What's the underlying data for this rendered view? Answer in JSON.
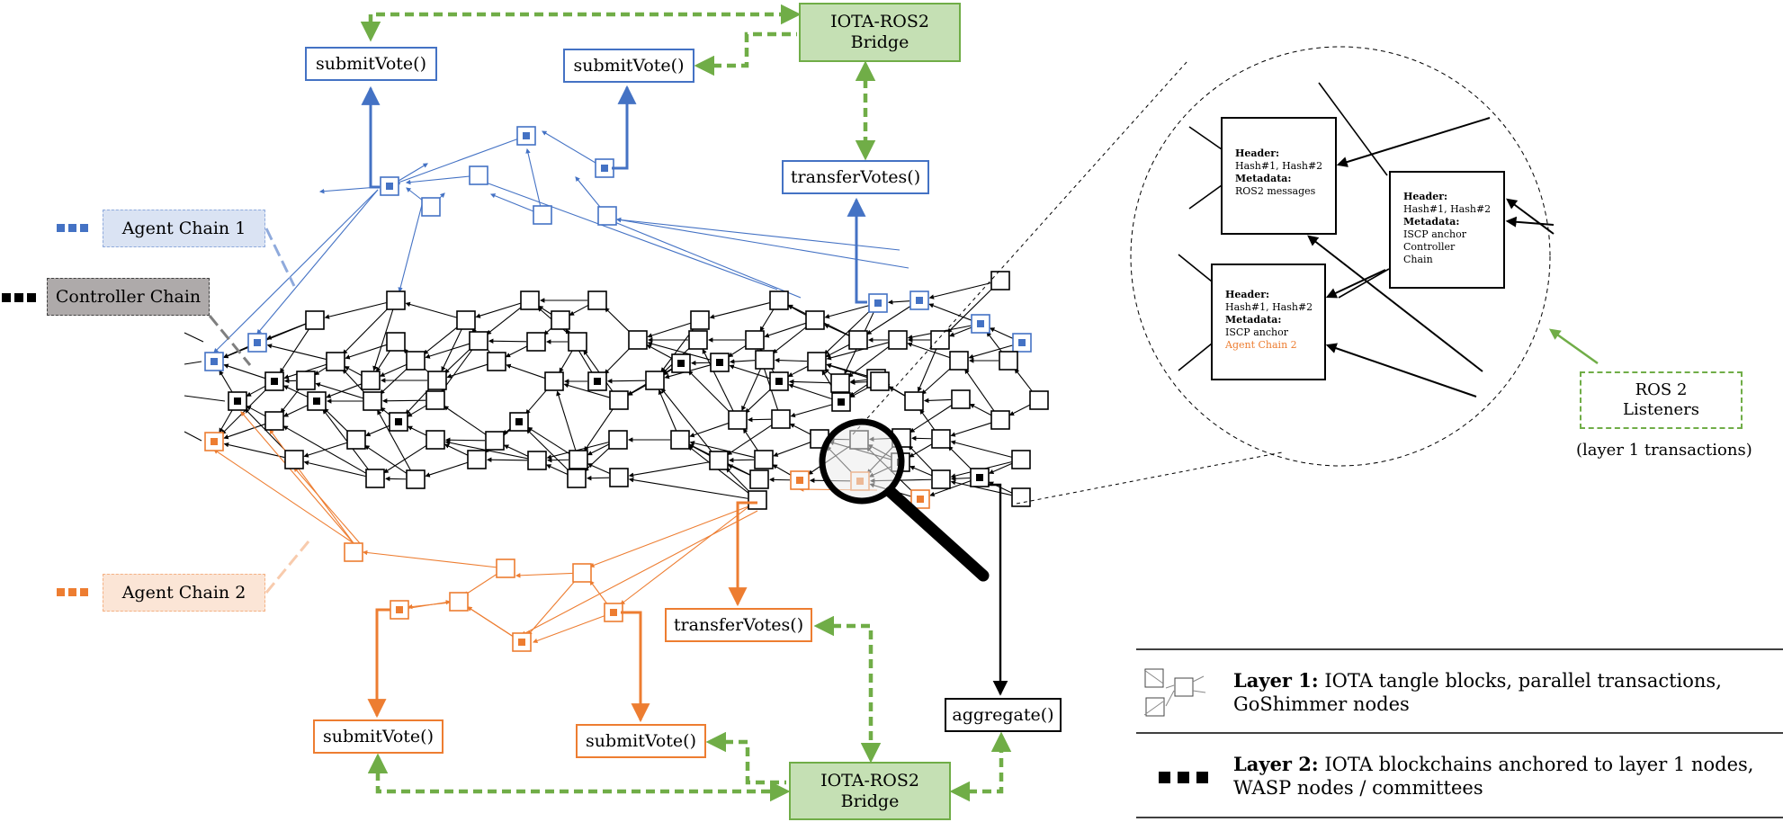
{
  "diagram": {
    "top": {
      "submit_vote_1": "submitVote()",
      "submit_vote_2": "submitVote()",
      "bridge_line1": "IOTA-ROS2",
      "bridge_line2": "Bridge",
      "transfer_votes": "transferVotes()"
    },
    "bottom": {
      "submit_vote_1": "submitVote()",
      "submit_vote_2": "submitVote()",
      "transfer_votes": "transferVotes()",
      "aggregate": "aggregate()",
      "bridge_line1": "IOTA-ROS2",
      "bridge_line2": "Bridge"
    },
    "chains": {
      "agent1": "Agent Chain 1",
      "controller": "Controller Chain",
      "agent2": "Agent Chain 2"
    },
    "colors": {
      "agent1": "#4472c4",
      "agent2": "#ed7d31",
      "bridge": "#70ad47",
      "controller": "#000000"
    },
    "magnified": {
      "block_a": {
        "header_label": "Header:",
        "header_value": "Hash#1, Hash#2",
        "metadata_label": "Metadata:",
        "metadata_value": "ROS2 messages"
      },
      "block_b": {
        "header_label": "Header:",
        "header_value": "Hash#1, Hash#2",
        "metadata_label": "Metadata:",
        "metadata_line1": "ISCP anchor",
        "metadata_line2": "Controller",
        "metadata_line3": "Chain"
      },
      "block_c": {
        "header_label": "Header:",
        "header_value": "Hash#1, Hash#2",
        "metadata_label": "Metadata:",
        "metadata_line1": "ISCP anchor",
        "metadata_line2": "Agent Chain 2"
      }
    },
    "ros": {
      "line1": "ROS 2",
      "line2": "Listeners",
      "caption": "(layer 1 transactions)"
    },
    "legend": {
      "layer1_title": "Layer 1:",
      "layer1_text1": "IOTA tangle blocks, parallel transactions,",
      "layer1_text2": "GoShimmer nodes",
      "layer2_title": "Layer 2:",
      "layer2_text1": "IOTA blockchains anchored to layer 1 nodes,",
      "layer2_text2": "WASP nodes / committees"
    },
    "icons": [
      "magnifier-icon",
      "tangle-icon",
      "dots-icon"
    ]
  }
}
